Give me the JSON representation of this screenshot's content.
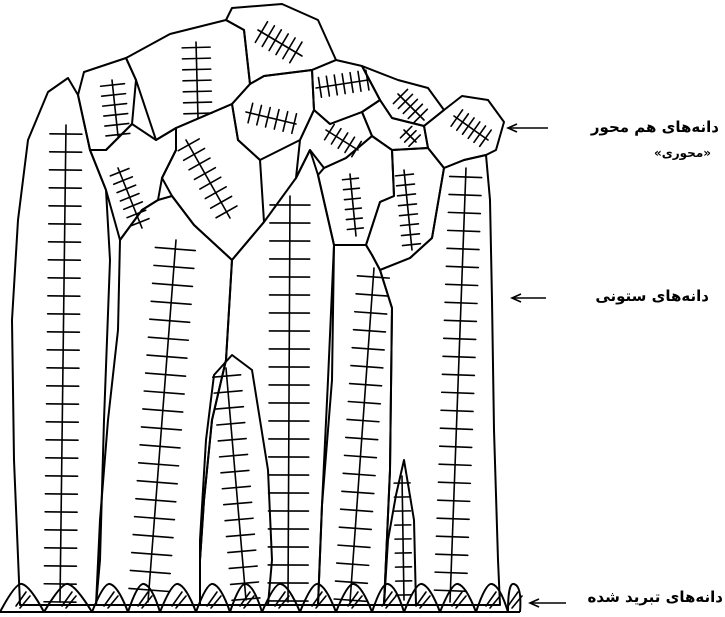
{
  "labels": {
    "equiaxed": "دانه‌های هم محور",
    "equiaxed_sub": "«محوری»",
    "columnar": "دانه‌های ستونی",
    "chill": "دانه‌های تبرید شده"
  },
  "colors": {
    "ink": "#000000",
    "background": "#ffffff"
  }
}
